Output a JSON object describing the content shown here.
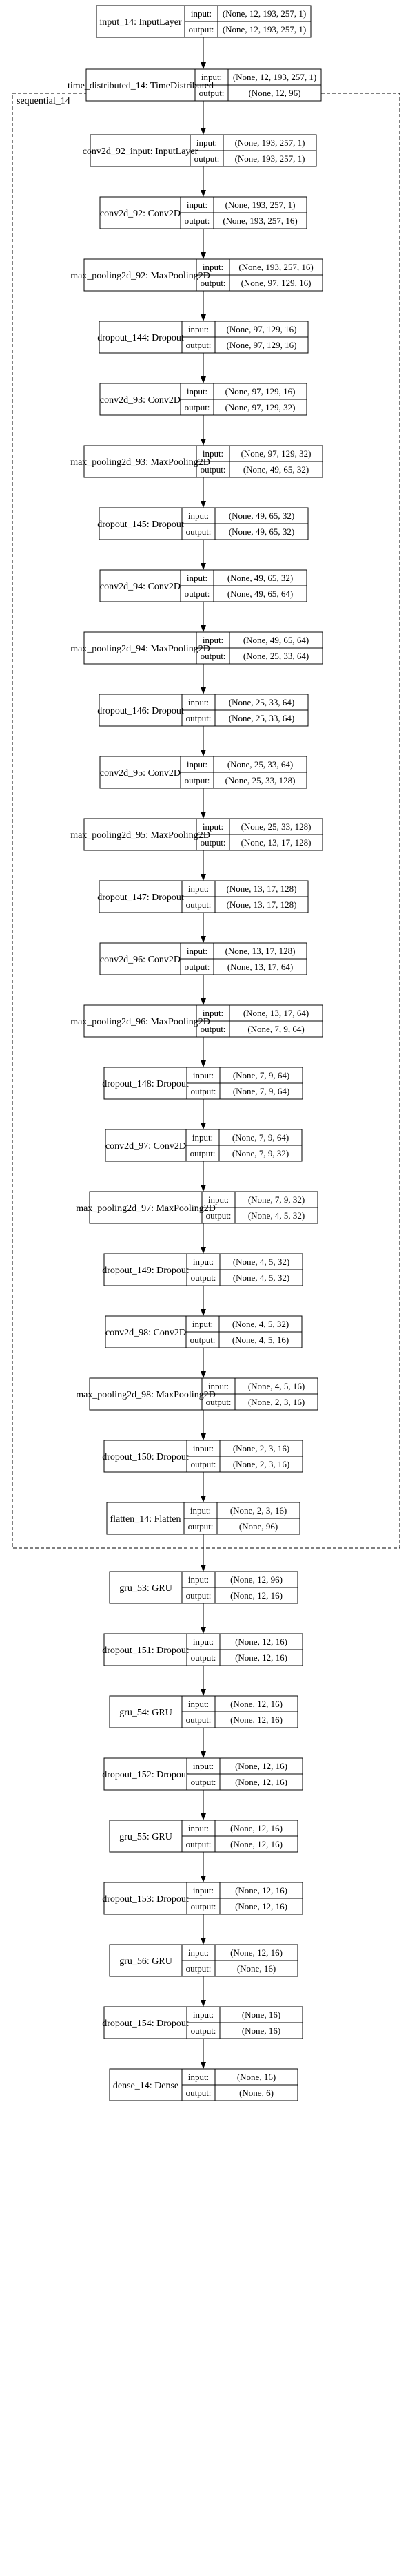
{
  "io_labels": {
    "input": "input:",
    "output": "output:"
  },
  "cluster": {
    "label": "sequential_14"
  },
  "nodes": [
    {
      "name": "input_14: InputLayer",
      "input": "(None, 12, 193, 257, 1)",
      "output": "(None, 12, 193, 257, 1)"
    },
    {
      "name": "time_distributed_14: TimeDistributed",
      "input": "(None, 12, 193, 257, 1)",
      "output": "(None, 12, 96)"
    },
    {
      "name": "conv2d_92_input: InputLayer",
      "input": "(None, 193, 257, 1)",
      "output": "(None, 193, 257, 1)"
    },
    {
      "name": "conv2d_92: Conv2D",
      "input": "(None, 193, 257, 1)",
      "output": "(None, 193, 257, 16)"
    },
    {
      "name": "max_pooling2d_92: MaxPooling2D",
      "input": "(None, 193, 257, 16)",
      "output": "(None, 97, 129, 16)"
    },
    {
      "name": "dropout_144: Dropout",
      "input": "(None, 97, 129, 16)",
      "output": "(None, 97, 129, 16)"
    },
    {
      "name": "conv2d_93: Conv2D",
      "input": "(None, 97, 129, 16)",
      "output": "(None, 97, 129, 32)"
    },
    {
      "name": "max_pooling2d_93: MaxPooling2D",
      "input": "(None, 97, 129, 32)",
      "output": "(None, 49, 65, 32)"
    },
    {
      "name": "dropout_145: Dropout",
      "input": "(None, 49, 65, 32)",
      "output": "(None, 49, 65, 32)"
    },
    {
      "name": "conv2d_94: Conv2D",
      "input": "(None, 49, 65, 32)",
      "output": "(None, 49, 65, 64)"
    },
    {
      "name": "max_pooling2d_94: MaxPooling2D",
      "input": "(None, 49, 65, 64)",
      "output": "(None, 25, 33, 64)"
    },
    {
      "name": "dropout_146: Dropout",
      "input": "(None, 25, 33, 64)",
      "output": "(None, 25, 33, 64)"
    },
    {
      "name": "conv2d_95: Conv2D",
      "input": "(None, 25, 33, 64)",
      "output": "(None, 25, 33, 128)"
    },
    {
      "name": "max_pooling2d_95: MaxPooling2D",
      "input": "(None, 25, 33, 128)",
      "output": "(None, 13, 17, 128)"
    },
    {
      "name": "dropout_147: Dropout",
      "input": "(None, 13, 17, 128)",
      "output": "(None, 13, 17, 128)"
    },
    {
      "name": "conv2d_96: Conv2D",
      "input": "(None, 13, 17, 128)",
      "output": "(None, 13, 17, 64)"
    },
    {
      "name": "max_pooling2d_96: MaxPooling2D",
      "input": "(None, 13, 17, 64)",
      "output": "(None, 7, 9, 64)"
    },
    {
      "name": "dropout_148: Dropout",
      "input": "(None, 7, 9, 64)",
      "output": "(None, 7, 9, 64)"
    },
    {
      "name": "conv2d_97: Conv2D",
      "input": "(None, 7, 9, 64)",
      "output": "(None, 7, 9, 32)"
    },
    {
      "name": "max_pooling2d_97: MaxPooling2D",
      "input": "(None, 7, 9, 32)",
      "output": "(None, 4, 5, 32)"
    },
    {
      "name": "dropout_149: Dropout",
      "input": "(None, 4, 5, 32)",
      "output": "(None, 4, 5, 32)"
    },
    {
      "name": "conv2d_98: Conv2D",
      "input": "(None, 4, 5, 32)",
      "output": "(None, 4, 5, 16)"
    },
    {
      "name": "max_pooling2d_98: MaxPooling2D",
      "input": "(None, 4, 5, 16)",
      "output": "(None, 2, 3, 16)"
    },
    {
      "name": "dropout_150: Dropout",
      "input": "(None, 2, 3, 16)",
      "output": "(None, 2, 3, 16)"
    },
    {
      "name": "flatten_14: Flatten",
      "input": "(None, 2, 3, 16)",
      "output": "(None, 96)"
    },
    {
      "name": "gru_53: GRU",
      "input": "(None, 12, 96)",
      "output": "(None, 12, 16)"
    },
    {
      "name": "dropout_151: Dropout",
      "input": "(None, 12, 16)",
      "output": "(None, 12, 16)"
    },
    {
      "name": "gru_54: GRU",
      "input": "(None, 12, 16)",
      "output": "(None, 12, 16)"
    },
    {
      "name": "dropout_152: Dropout",
      "input": "(None, 12, 16)",
      "output": "(None, 12, 16)"
    },
    {
      "name": "gru_55: GRU",
      "input": "(None, 12, 16)",
      "output": "(None, 12, 16)"
    },
    {
      "name": "dropout_153: Dropout",
      "input": "(None, 12, 16)",
      "output": "(None, 12, 16)"
    },
    {
      "name": "gru_56: GRU",
      "input": "(None, 12, 16)",
      "output": "(None, 16)"
    },
    {
      "name": "dropout_154: Dropout",
      "input": "(None, 16)",
      "output": "(None, 16)"
    },
    {
      "name": "dense_14: Dense",
      "input": "(None, 16)",
      "output": "(None, 6)"
    }
  ]
}
